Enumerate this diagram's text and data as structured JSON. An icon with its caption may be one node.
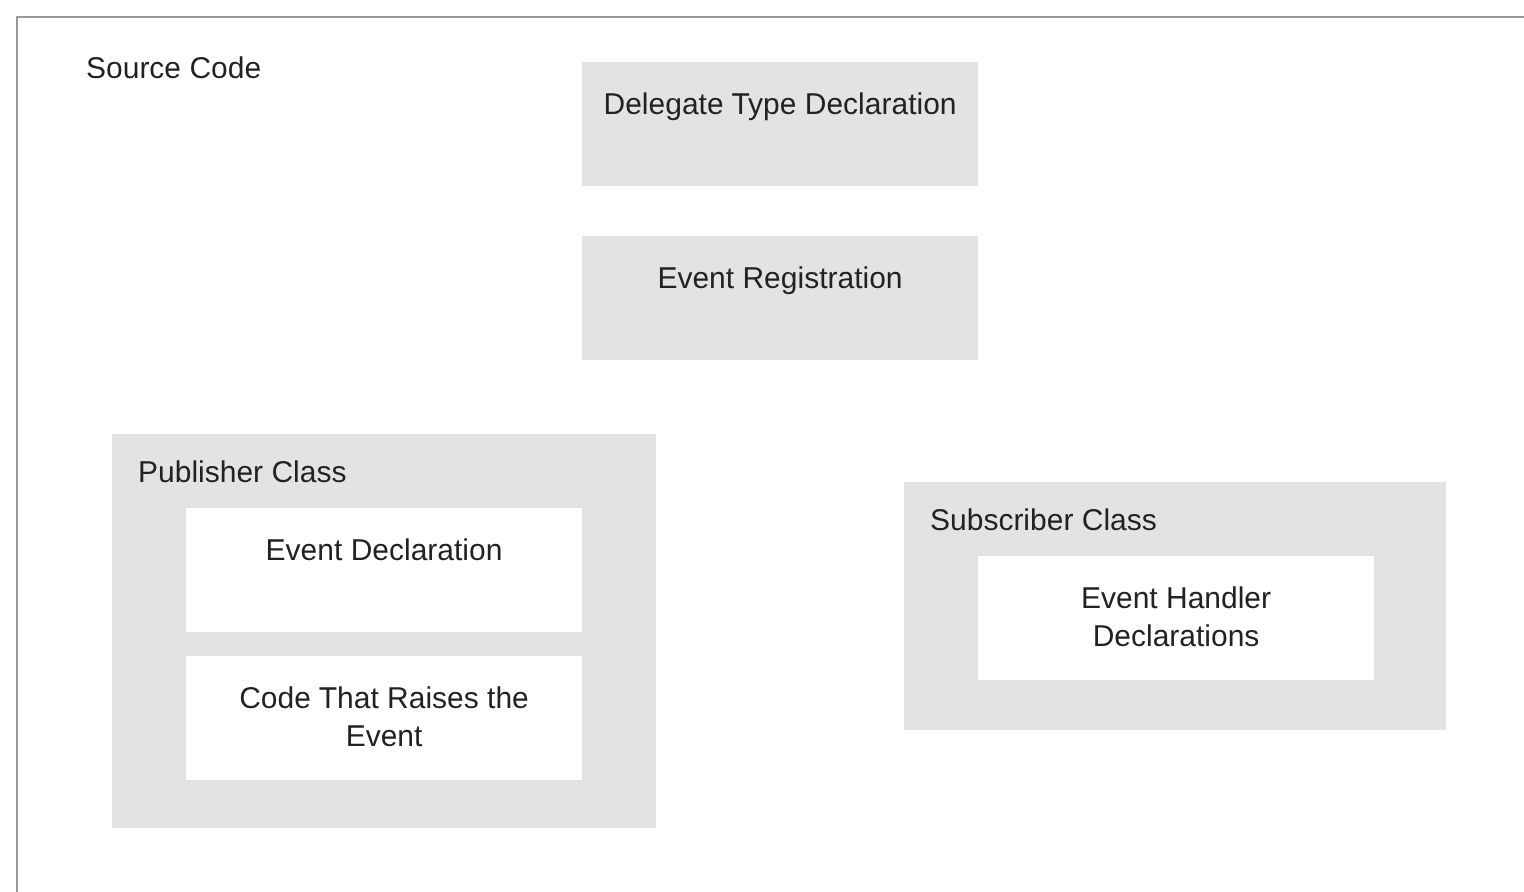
{
  "diagram": {
    "nodes": [
      {
        "text": [
          "Source Code"
        ]
      },
      {
        "text": [
          "Delegate Type Declaration"
        ],
        "in": 0
      },
      {
        "text": [
          "Event Registration"
        ],
        "in": 0
      },
      {
        "text": [
          "Publisher Class"
        ],
        "in": 0
      },
      {
        "text": [
          "Event Declaration"
        ],
        "in": 3
      },
      {
        "text": [
          "Code That Raises the Event"
        ],
        "in": 3
      },
      {
        "text": [
          "Subscriber Class"
        ],
        "in": 0
      },
      {
        "text": [
          "Event Handler Declarations"
        ],
        "in": 6
      }
    ]
  }
}
